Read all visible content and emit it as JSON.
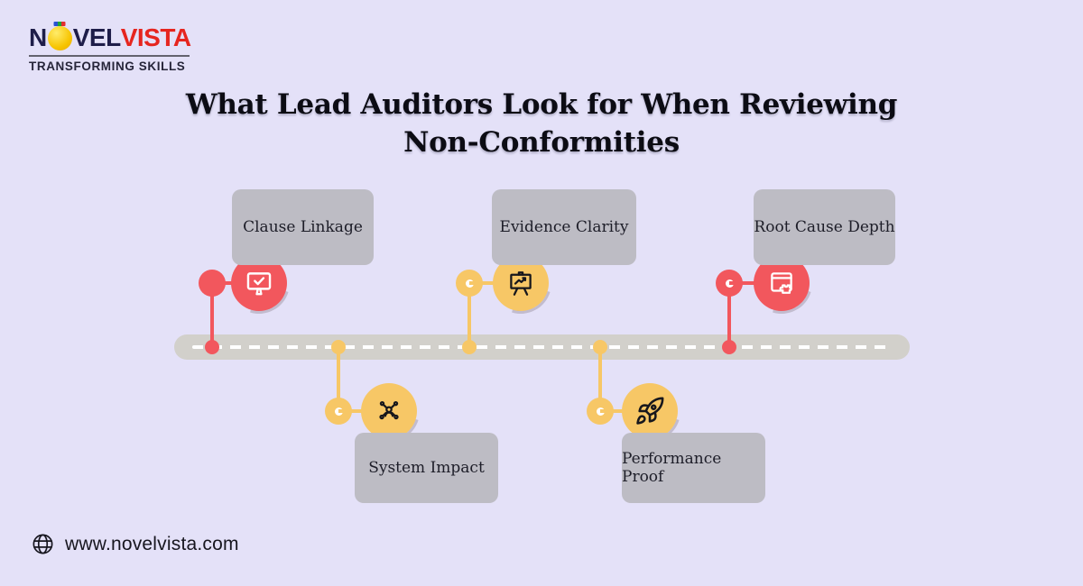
{
  "brand": {
    "name_prefix": "N",
    "name_mid": "VEL",
    "name_suffix": "VISTA",
    "tagline": "TRANSFORMING SKILLS"
  },
  "title": {
    "line1": "What Lead Auditors Look for When Reviewing",
    "line2": "Non-Conformities"
  },
  "milestones": [
    {
      "label": "Clause Linkage",
      "icon": "monitor-check-icon",
      "color": "#F2575D",
      "side": "top"
    },
    {
      "label": "System Impact",
      "icon": "person-network-icon",
      "color": "#F7C766",
      "side": "bottom"
    },
    {
      "label": "Evidence Clarity",
      "icon": "presentation-chart-icon",
      "color": "#F7C766",
      "side": "top"
    },
    {
      "label": "Performance Proof",
      "icon": "rocket-icon",
      "color": "#F7C766",
      "side": "bottom"
    },
    {
      "label": "Root Cause Depth",
      "icon": "browser-puzzle-icon",
      "color": "#F2575D",
      "side": "top"
    }
  ],
  "footer": {
    "website": "www.novelvista.com"
  },
  "colors": {
    "background": "#E4E1F8",
    "red": "#F2575D",
    "yellow": "#F7C766",
    "label_box": "#BDBCC4",
    "timeline_bar": "#D2D0CB",
    "brand_red": "#E6251F",
    "brand_navy": "#1E1D49",
    "title_ink": "#0C0C14"
  }
}
